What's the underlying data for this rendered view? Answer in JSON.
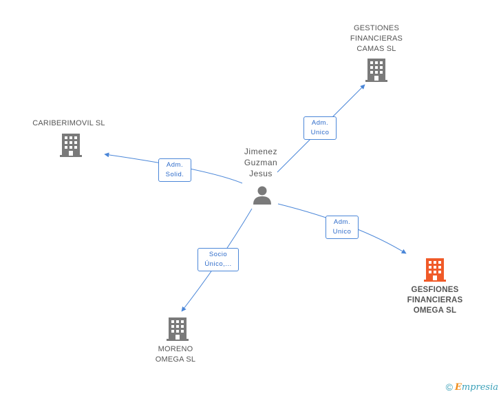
{
  "person": {
    "name_lines": [
      "Jimenez",
      "Guzman",
      "Jesus"
    ],
    "icon": "person-icon"
  },
  "companies": [
    {
      "id": "gestiones",
      "lines": [
        "GESTIONES",
        "FINANCIERAS",
        "CAMAS SL"
      ],
      "icon": "building-icon",
      "color": "#7a7a7a"
    },
    {
      "id": "cariberimovil",
      "lines": [
        "CARIBERIMOVIL SL"
      ],
      "icon": "building-icon",
      "color": "#7a7a7a"
    },
    {
      "id": "gesfiones",
      "lines": [
        "GESFIONES",
        "FINANCIERAS",
        "OMEGA SL"
      ],
      "icon": "building-icon",
      "color": "#f05a28"
    },
    {
      "id": "moreno",
      "lines": [
        "MORENO",
        "OMEGA SL"
      ],
      "icon": "building-icon",
      "color": "#7a7a7a"
    }
  ],
  "relations": [
    {
      "target": "gestiones",
      "lines": [
        "Adm.",
        "Unico"
      ]
    },
    {
      "target": "cariberimovil",
      "lines": [
        "Adm.",
        "Solid."
      ]
    },
    {
      "target": "gesfiones",
      "lines": [
        "Adm.",
        "Unico"
      ]
    },
    {
      "target": "moreno",
      "lines": [
        "Socio",
        "Único,..."
      ]
    }
  ],
  "colors": {
    "edge": "#4a86d8",
    "node_icon": "#7a7a7a",
    "highlight": "#f05a28"
  },
  "footer": {
    "copyright": "©",
    "brand_initial": "E",
    "brand_rest": "mpresia"
  }
}
